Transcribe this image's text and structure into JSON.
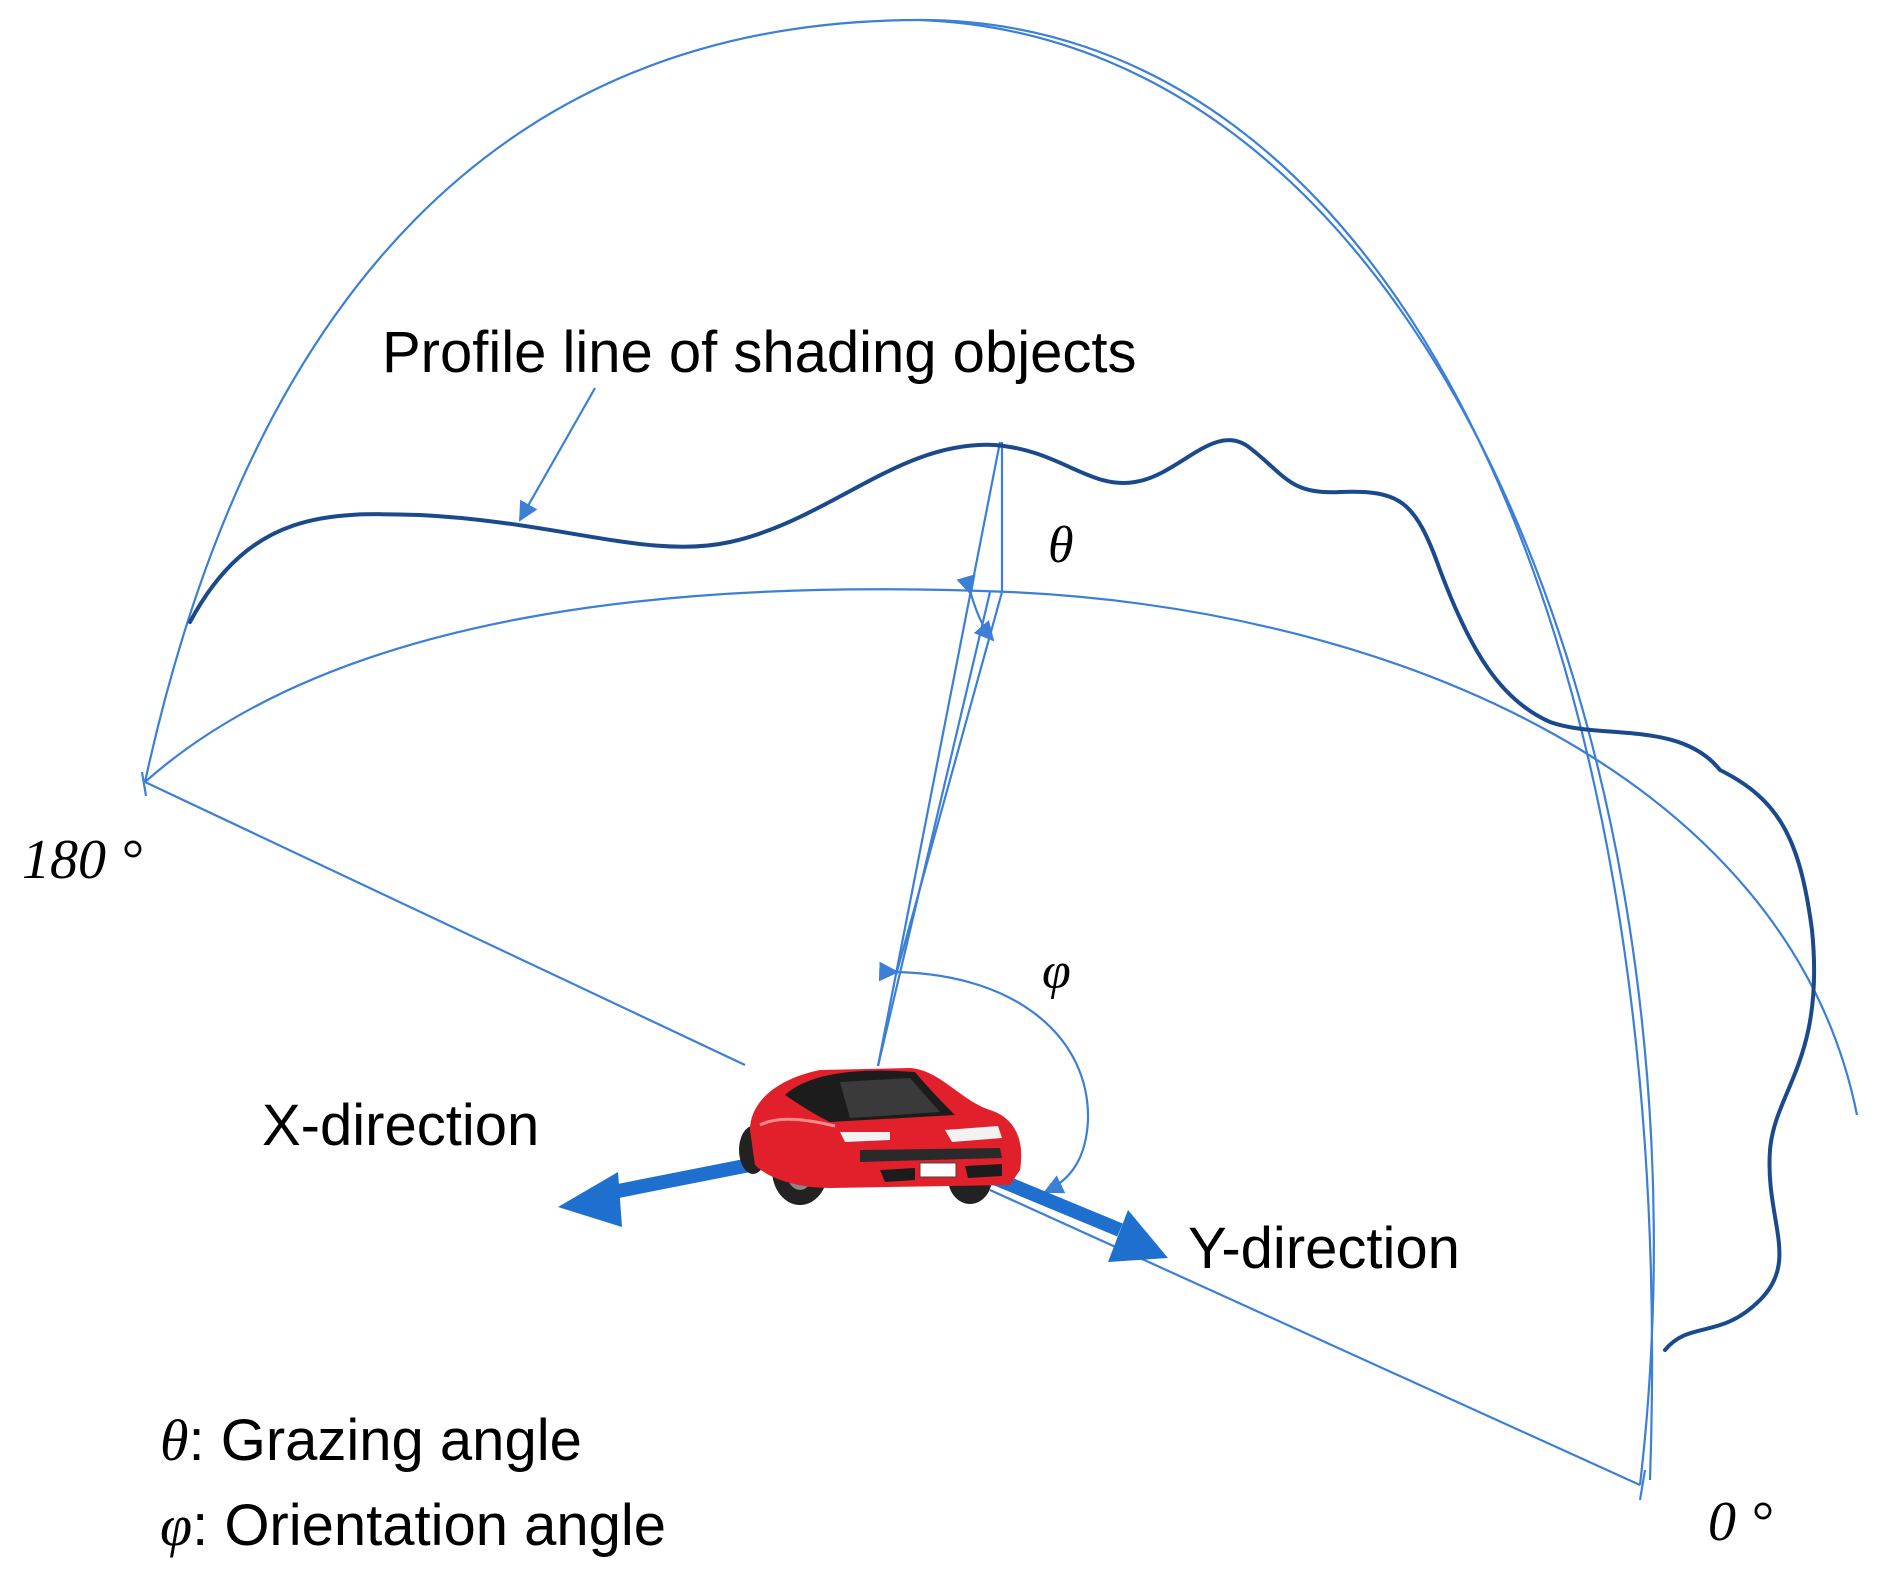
{
  "labels": {
    "profile_line": "Profile line of shading objects",
    "theta": "θ",
    "phi": "φ",
    "angle_180": "180 °",
    "angle_0": "0 °",
    "x_direction": "X-direction",
    "y_direction": "Y-direction"
  },
  "legend": {
    "theta_symbol": "θ",
    "theta_desc": ": Grazing angle",
    "phi_symbol": "φ",
    "phi_desc": ": Orientation angle"
  },
  "colors": {
    "guide_lines": "#3b7fd6",
    "profile_line": "#1a4a8c",
    "axis_arrows": "#1f6fcf",
    "car_body": "#e2202c"
  },
  "icons": {
    "vehicle": "red-car-icon"
  }
}
